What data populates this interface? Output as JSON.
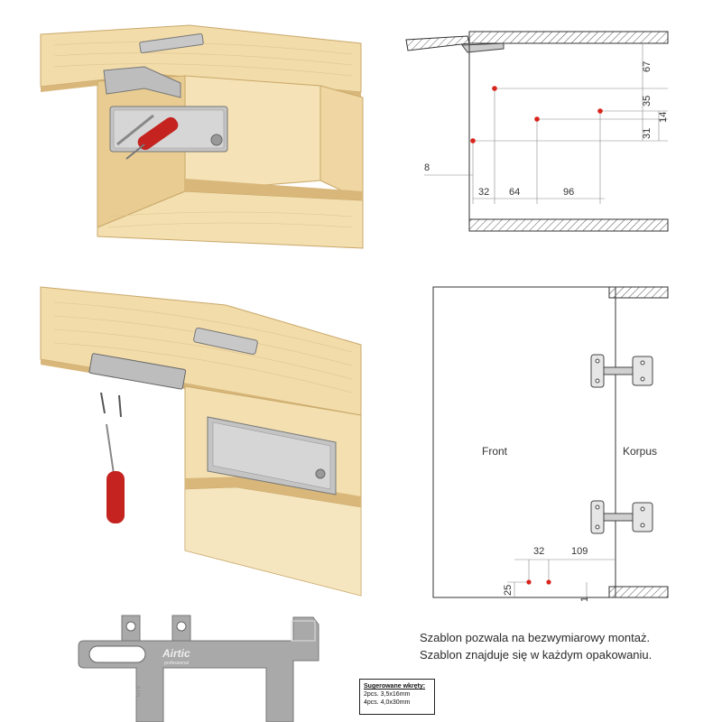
{
  "diagram_top": {
    "dims_vertical": [
      "67",
      "35",
      "14",
      "31"
    ],
    "dims_horizontal": [
      "8",
      "32",
      "64",
      "96"
    ]
  },
  "diagram_bottom": {
    "front_label": "Front",
    "korpus_label": "Korpus",
    "dims": [
      "32",
      "109",
      "25",
      "1"
    ]
  },
  "caption": {
    "line1": "Szablon pozwala na bezwymiarowy montaż.",
    "line2": "Szablon znajduje się w każdym opakowaniu."
  },
  "screws": {
    "title": "Sugerowane wkręty:",
    "line1": "2pcs. 3,5x16mm",
    "line2": "4pcs. 4,0x30mm"
  },
  "brand": {
    "logo_text": "Airtic",
    "logo_sub": "professional",
    "mark_text": "GTV"
  },
  "colors": {
    "wood": "#f0d9a8",
    "wood_dark": "#e3c48b",
    "metal": "#b9b9b9",
    "handle_red": "#c4231f",
    "dim_dot": "#d9241c"
  }
}
